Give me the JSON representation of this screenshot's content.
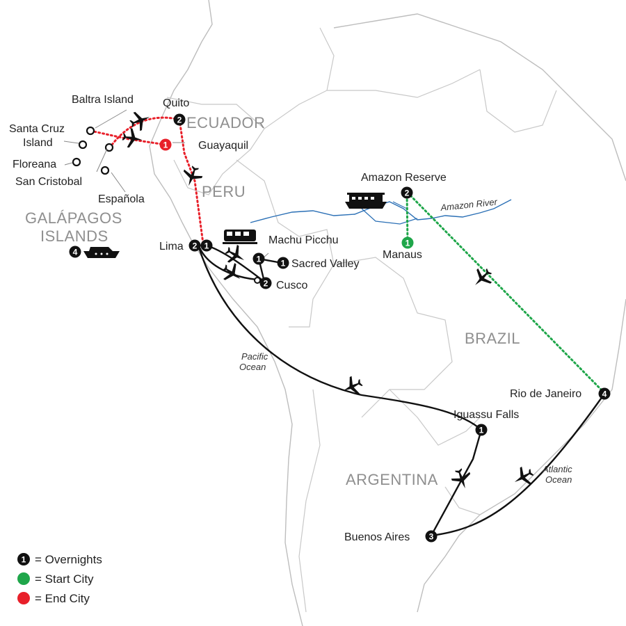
{
  "countries": {
    "ecuador": "ECUADOR",
    "peru": "PERU",
    "galapagos_line1": "GALÁPAGOS",
    "galapagos_line2": "ISLANDS",
    "brazil": "BRAZIL",
    "argentina": "ARGENTINA"
  },
  "oceans": {
    "pacific_line1": "Pacific",
    "pacific_line2": "Ocean",
    "atlantic_line1": "Atlantic",
    "atlantic_line2": "Ocean"
  },
  "river": "Amazon River",
  "places": {
    "baltra": "Baltra Island",
    "santa_cruz_line1": "Santa Cruz",
    "santa_cruz_line2": "Island",
    "floreana": "Floreana",
    "san_cristobal": "San Cristobal",
    "espanola": "Española",
    "quito": "Quito",
    "guayaquil": "Guayaquil",
    "amazon_reserve": "Amazon Reserve",
    "manaus": "Manaus",
    "lima": "Lima",
    "machu_picchu": "Machu Picchu",
    "sacred_valley": "Sacred Valley",
    "cusco": "Cusco",
    "iguassu": "Iguassu Falls",
    "rio": "Rio de Janeiro",
    "buenos_aires": "Buenos Aires"
  },
  "overnights": {
    "quito": "2",
    "guayaquil": "1",
    "galapagos_cruise": "4",
    "amazon_reserve": "2",
    "manaus": "1",
    "lima_a": "2",
    "lima_b": "1",
    "machu_picchu": "1",
    "sacred_valley": "1",
    "cusco": "2",
    "iguassu": "1",
    "rio": "4",
    "buenos_aires": "3"
  },
  "legend": {
    "overnights_num": "1",
    "overnights_label": "= Overnights",
    "start_label": "= Start City",
    "end_label": "= End City"
  },
  "colors": {
    "overnight": "#111111",
    "start": "#1fa64a",
    "end": "#e8202a",
    "red_route": "#e8202a",
    "green_route": "#1fa64a",
    "river": "#2a6fb5",
    "land_border": "#c8c8c8"
  },
  "icons": {
    "plane": "airplane-icon",
    "train": "train-icon",
    "ship": "ship-icon",
    "boat": "river-boat-icon"
  }
}
